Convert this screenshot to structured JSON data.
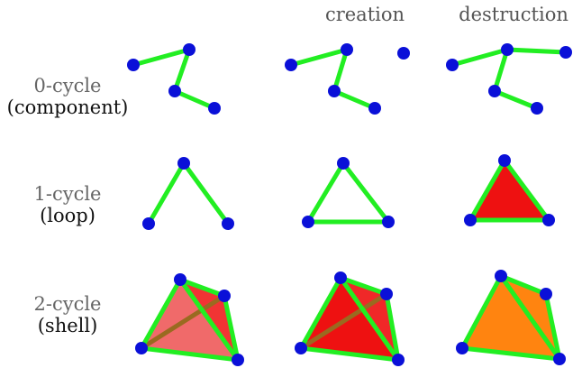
{
  "columns": [
    "creation",
    "destruction"
  ],
  "rows": [
    {
      "title": "0-cycle",
      "subtitle": "(component)"
    },
    {
      "title": "1-cycle",
      "subtitle": "(loop)"
    },
    {
      "title": "2-cycle",
      "subtitle": "(shell)"
    }
  ],
  "colors": {
    "vertex": "#0a10d8",
    "edge": "#22ee22",
    "face_red": "#ee1111",
    "face_light": "#f06a6a",
    "face_orange": "#ff8410"
  }
}
